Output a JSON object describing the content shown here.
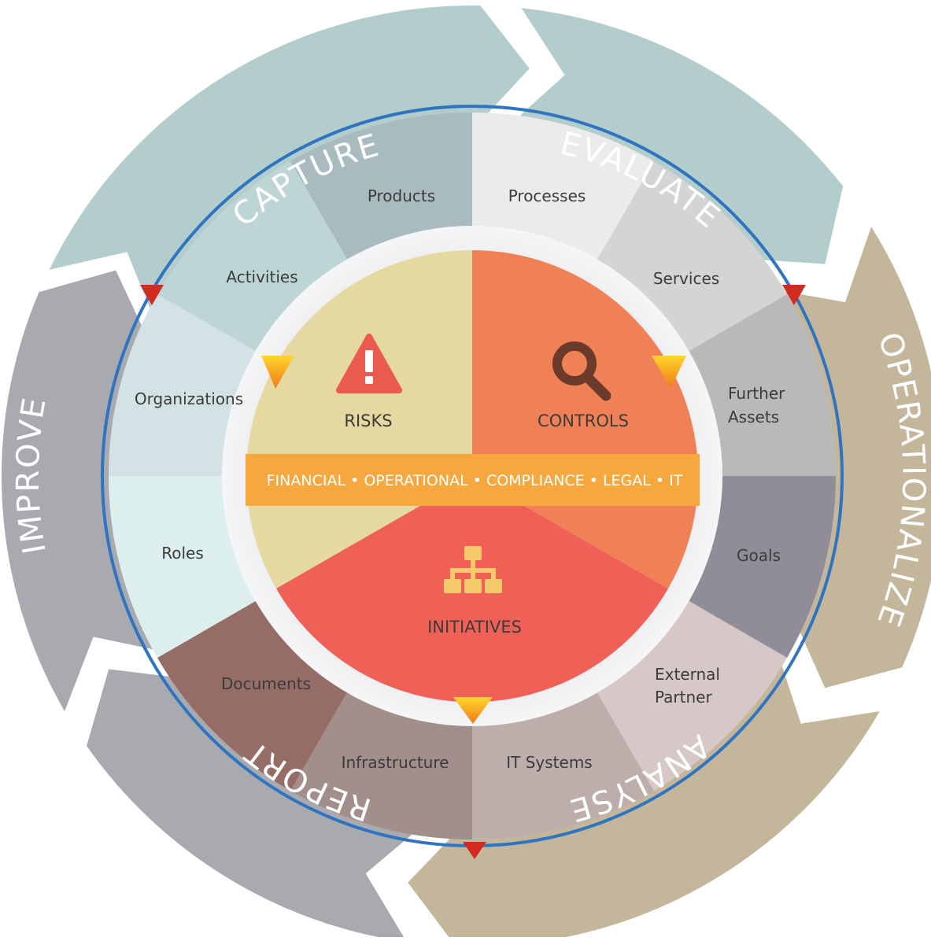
{
  "phases": [
    {
      "id": "capture",
      "label": "CAPTURE",
      "color": "#b3cccc"
    },
    {
      "id": "evaluate",
      "label": "EVALUATE",
      "color": "#b3cccc"
    },
    {
      "id": "operationalize",
      "label": "OPERATIONALIZE",
      "color": "#c4b69b"
    },
    {
      "id": "analyse",
      "label": "ANALYSE",
      "color": "#c4b69b"
    },
    {
      "id": "report",
      "label": "REPORT",
      "color": "#a9aaaf"
    },
    {
      "id": "improve",
      "label": "IMPROVE",
      "color": "#a9aaaf"
    }
  ],
  "segments": [
    {
      "id": "processes",
      "lines": [
        "Processes"
      ],
      "color": "#ebebeb"
    },
    {
      "id": "services",
      "lines": [
        "Services"
      ],
      "color": "#d4d4d4"
    },
    {
      "id": "further-assets",
      "lines": [
        "Further",
        "Assets"
      ],
      "color": "#b9b9b9"
    },
    {
      "id": "goals",
      "lines": [
        "Goals"
      ],
      "color": "#918d98"
    },
    {
      "id": "external-partner",
      "lines": [
        "External",
        "Partner"
      ],
      "color": "#d6c8c6"
    },
    {
      "id": "it-systems",
      "lines": [
        "IT Systems"
      ],
      "color": "#bdaeab"
    },
    {
      "id": "infrastructure",
      "lines": [
        "Infrastructure"
      ],
      "color": "#a28f8b"
    },
    {
      "id": "documents",
      "lines": [
        "Documents"
      ],
      "color": "#966c67"
    },
    {
      "id": "roles",
      "lines": [
        "Roles"
      ],
      "color": "#ddefec"
    },
    {
      "id": "organizations",
      "lines": [
        "Organizations"
      ],
      "color": "#d2e2e5"
    },
    {
      "id": "activities",
      "lines": [
        "Activities"
      ],
      "color": "#bed5d6"
    },
    {
      "id": "products",
      "lines": [
        "Products"
      ],
      "color": "#aabbc0"
    }
  ],
  "core": {
    "risks": {
      "label": "RISKS",
      "icon": "warning-triangle-icon",
      "color": "#e5d8a0"
    },
    "controls": {
      "label": "CONTROLS",
      "icon": "magnifier-icon",
      "color": "#f08156"
    },
    "initiatives": {
      "label": "INITIATIVES",
      "icon": "org-chart-icon",
      "color": "#ef6057"
    },
    "band": {
      "label": "FINANCIAL • OPERATIONAL • COMPLIANCE • LEGAL • IT",
      "color": "#f6a83f"
    }
  }
}
